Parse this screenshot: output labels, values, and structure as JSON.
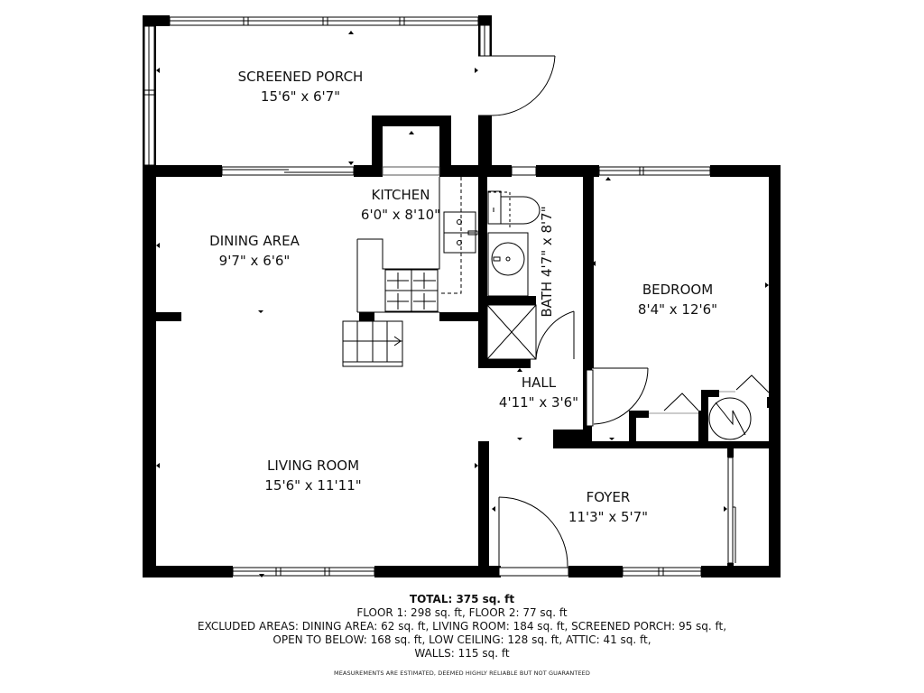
{
  "rooms": {
    "screened_porch": {
      "name": "SCREENED PORCH",
      "dim": "15'6\" x 6'7\""
    },
    "kitchen": {
      "name": "KITCHEN",
      "dim": "6'0\" x 8'10\""
    },
    "dining_area": {
      "name": "DINING AREA",
      "dim": "9'7\" x 6'6\""
    },
    "bath": {
      "name": "BATH",
      "dim": "4'7\" x 8'7\""
    },
    "bedroom": {
      "name": "BEDROOM",
      "dim": "8'4\" x 12'6\""
    },
    "hall": {
      "name": "HALL",
      "dim": "4'11\" x 3'6\""
    },
    "living_room": {
      "name": "LIVING ROOM",
      "dim": "15'6\" x 11'11\""
    },
    "foyer": {
      "name": "FOYER",
      "dim": "11'3\" x 5'7\""
    }
  },
  "summary": {
    "total": "TOTAL: 375 sq. ft",
    "floors": "FLOOR 1: 298 sq. ft, FLOOR 2: 77 sq. ft",
    "excluded_1": "EXCLUDED AREAS: DINING AREA: 62 sq. ft, LIVING ROOM: 184 sq. ft, SCREENED PORCH: 95 sq. ft,",
    "excluded_2": "OPEN TO BELOW: 168 sq. ft, LOW CEILING: 128 sq. ft, ATTIC: 41 sq. ft,",
    "walls": "WALLS: 115 sq. ft"
  },
  "disclaimer": "MEASUREMENTS ARE ESTIMATED, DEEMED HIGHLY RELIABLE BUT NOT GUARANTEED",
  "colors": {
    "wall": "#000000",
    "background": "#ffffff",
    "line": "#222222"
  }
}
